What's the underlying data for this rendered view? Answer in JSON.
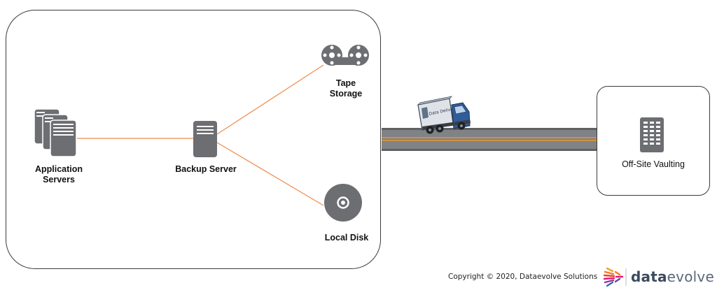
{
  "nodes": {
    "application_servers": {
      "line1": "Application",
      "line2": "Servers"
    },
    "backup_server": {
      "label": "Backup Server"
    },
    "tape_storage": {
      "line1": "Tape",
      "line2": "Storage"
    },
    "local_disk": {
      "label": "Local Disk"
    },
    "offsite_vaulting": {
      "label": "Off-Site Vaulting"
    }
  },
  "truck": {
    "side_text": "Data Delivery"
  },
  "footer": {
    "copyright": "Copyright © 2020, Dataevolve Solutions",
    "brand_part1": "data",
    "brand_part2": "evolve"
  },
  "colors": {
    "connector": "#f08a4b",
    "icon_gray": "#6d6e71",
    "road": "#808285",
    "road_stripe": "#e8962e",
    "border": "#3a3a3a"
  }
}
